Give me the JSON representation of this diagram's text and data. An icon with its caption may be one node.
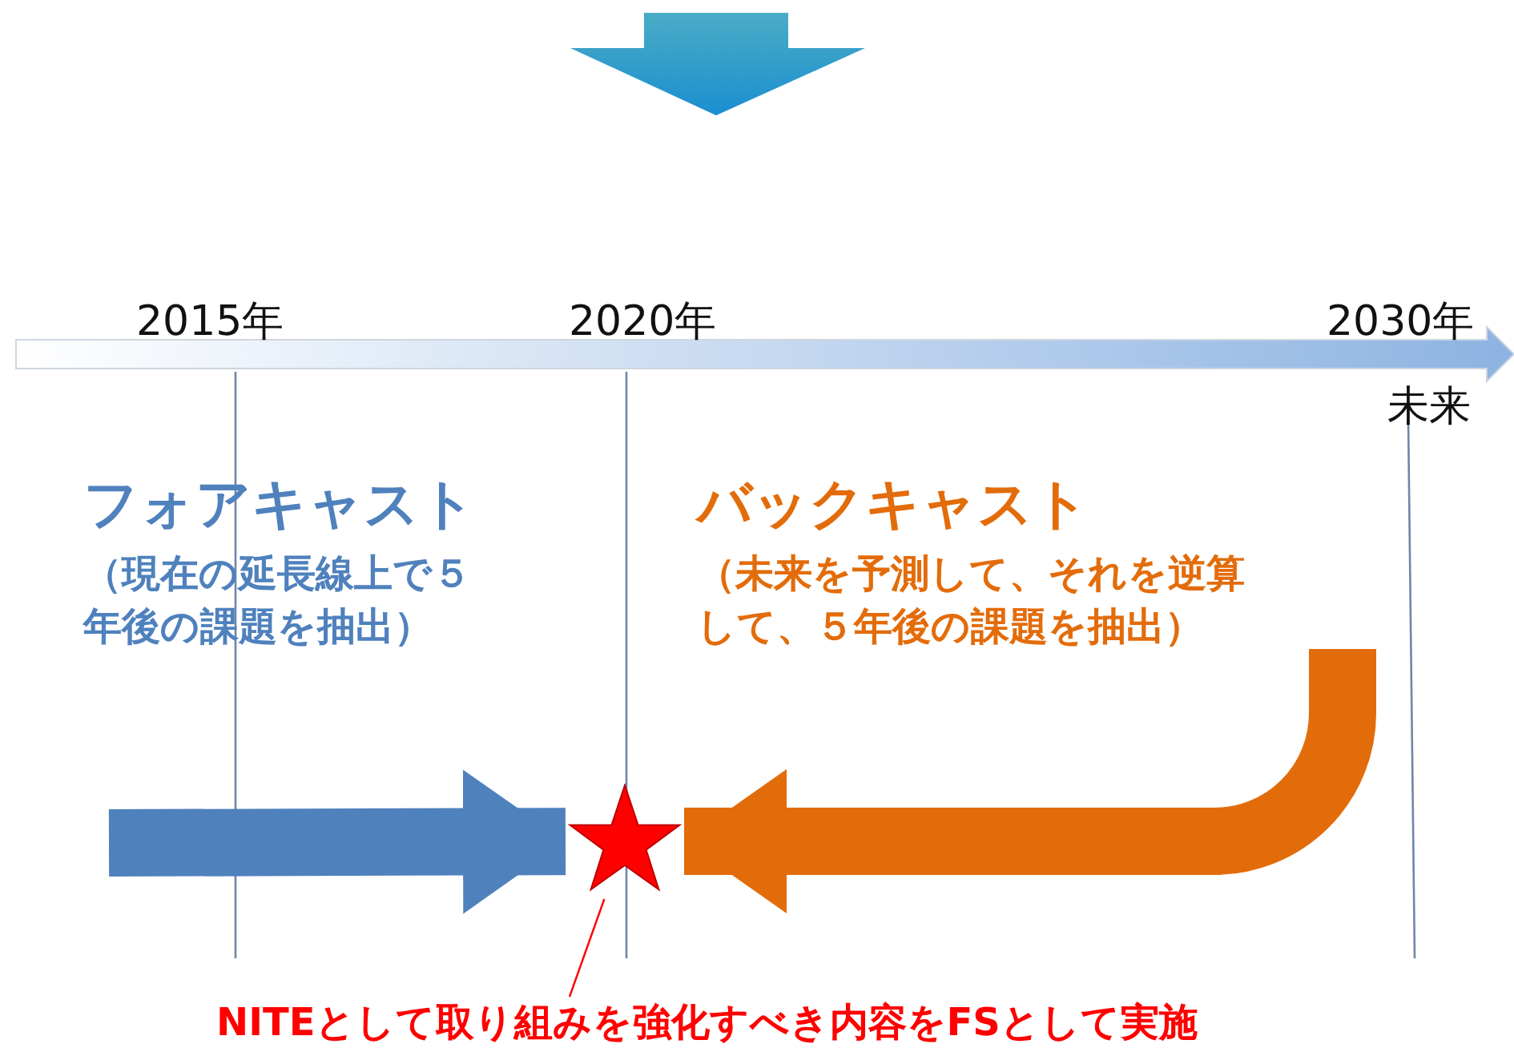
{
  "diagram": {
    "nodes": [
      {
        "text": [],
        "shape": "star"
      },
      {
        "text": [
          "NITEとして取り組みを強化すべき内容をFSとして実施"
        ]
      }
    ],
    "edges": [
      {
        "from": null,
        "to": 0,
        "arrow": "to",
        "color": "#4f81bd"
      },
      {
        "from": null,
        "to": 0,
        "arrow": "to",
        "color": "#e36c0a"
      },
      {
        "from": 1,
        "to": 0,
        "arrow": "none",
        "color": "#ff0000"
      }
    ],
    "labels": [
      "2015年",
      "2020年",
      "2030年",
      "未来",
      "フォアキャスト",
      "（現在の延長線上で５年後の課題を抽出）",
      "バックキャスト",
      "（未来を予測して、それを逆算して、５年後の課題を抽出）"
    ]
  }
}
